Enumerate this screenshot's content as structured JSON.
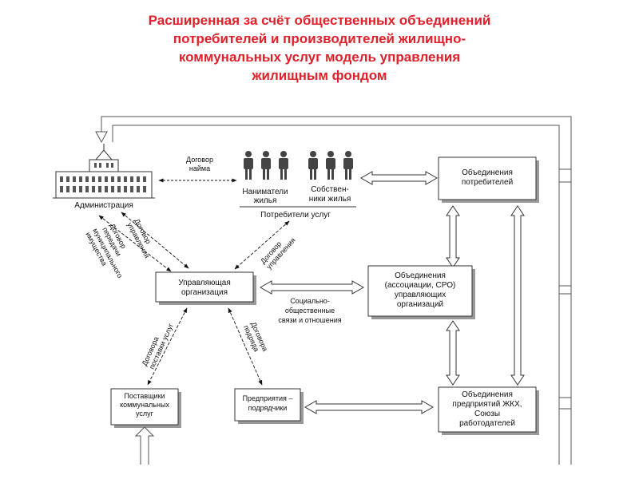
{
  "title": {
    "line1": "Расширенная  за  счёт  общественных  объединений",
    "line2": "потребителей и  производителей  жилищно-",
    "line3": "коммунальных  услуг  модель управления",
    "line4": "жилищным фондом"
  },
  "nodes": {
    "administration": "Администрация",
    "tenants_line1": "Наниматели",
    "tenants_line2": "жилья",
    "owners_line1": "Собствен-",
    "owners_line2": "ники жилья",
    "service_consumers": "Потребители услуг",
    "consumer_assoc_line1": "Объединения",
    "consumer_assoc_line2": "потребителей",
    "mgmt_org_line1": "Управляющая",
    "mgmt_org_line2": "организация",
    "mgmt_assoc_line1": "Объединения",
    "mgmt_assoc_line2": "(ассоциации, СРО)",
    "mgmt_assoc_line3": "управляющих",
    "mgmt_assoc_line4": "организаций",
    "suppliers_line1": "Поставщики",
    "suppliers_line2": "коммунальных",
    "suppliers_line3": "услуг",
    "contractors_line1": "Предприятия –",
    "contractors_line2": "подрядчики",
    "zkh_assoc_line1": "Объединения",
    "zkh_assoc_line2": "предприятий ЖКХ,",
    "zkh_assoc_line3": "Союзы",
    "zkh_assoc_line4": "работодателей"
  },
  "labels": {
    "lease_line1": "Договор",
    "lease_line2": "найма",
    "mgmt_contract_line1": "Договор",
    "mgmt_contract_line2": "управления",
    "transfer_line1": "Договор",
    "transfer_line2": "передачи",
    "transfer_line3": "муниципального",
    "transfer_line4": "имущества",
    "consumer_mgmt_line1": "Договор",
    "consumer_mgmt_line2": "управления",
    "social_line1": "Социально-",
    "social_line2": "общественные",
    "social_line3": "связи и отношения",
    "supply_line1": "Договора",
    "supply_line2": "поставки  услуг",
    "contract_line1": "Договора",
    "contract_line2": "подряда"
  }
}
